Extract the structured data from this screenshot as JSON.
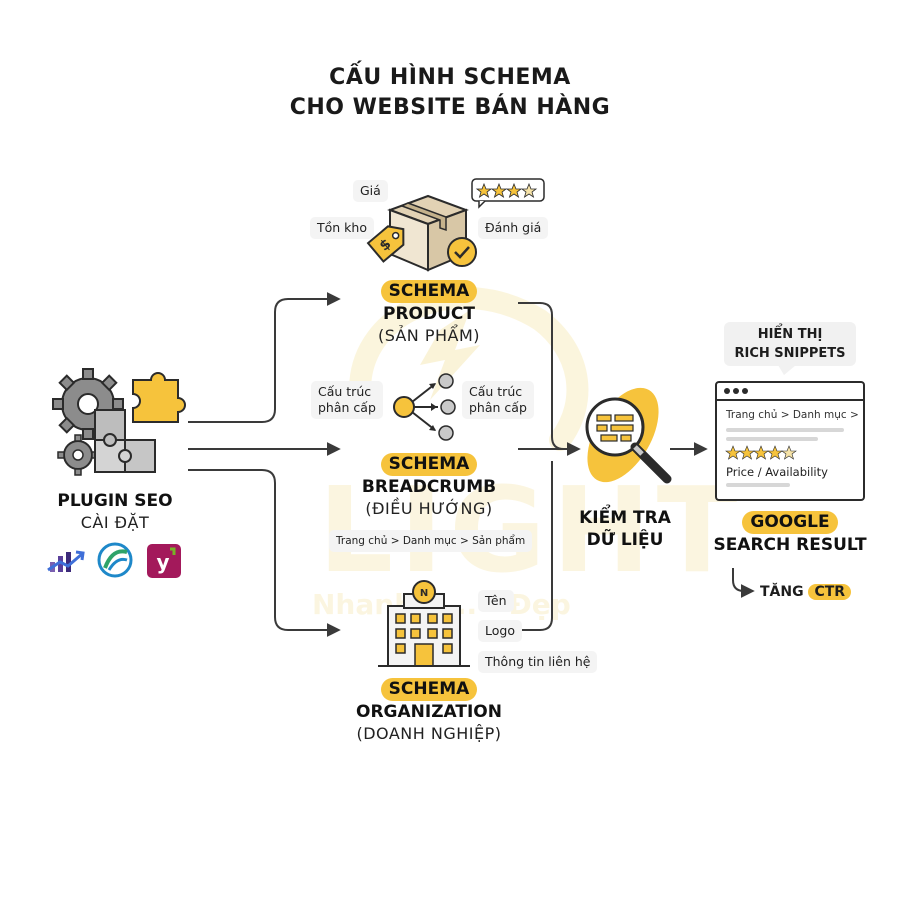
{
  "title": {
    "line1": "CẤU HÌNH SCHEMA",
    "line2": "CHO WEBSITE BÁN HÀNG"
  },
  "watermark": {
    "brand": "LIGHT",
    "slogan": "Nhanh - ... - Đẹp"
  },
  "plugin": {
    "label_line1": "PLUGIN SEO",
    "label_line2": "CÀI ĐẶT",
    "icons": [
      "chart-plugin-icon",
      "rank-plugin-icon",
      "yoast-icon"
    ]
  },
  "product": {
    "tags": {
      "price": "Giá",
      "stock": "Tồn kho",
      "rating": "Đánh giá"
    },
    "badge": "SCHEMA",
    "name": "PRODUCT",
    "sub": "(SẢN PHẨM)"
  },
  "breadcrumb": {
    "tag_left_line1": "Cấu trúc",
    "tag_left_line2": "phân cấp",
    "tag_right_line1": "Cấu trúc",
    "tag_right_line2": "phân cấp",
    "badge": "SCHEMA",
    "name": "BREADCRUMB",
    "sub": "(ĐIỀU HƯỚNG)",
    "path": "Trang chủ > Danh mục > Sản phẩm"
  },
  "organization": {
    "tags": {
      "name": "Tên",
      "logo": "Logo",
      "contact": "Thông tin liên hệ"
    },
    "badge": "SCHEMA",
    "name": "ORGANIZATION",
    "sub": "(DOANH NGHIỆP)"
  },
  "check": {
    "line1": "KIỂM TRA",
    "line2": "DỮ LIỆU"
  },
  "result": {
    "bubble_line1": "HIỂN THỊ",
    "bubble_line2": "RICH SNIPPETS",
    "breadcrumb": "Trang chủ > Danh mục >",
    "rating_stars": 4.5,
    "meta": "Price / Availability",
    "badge": "GOOGLE",
    "label": "SEARCH RESULT",
    "ctr_prefix": "TĂNG",
    "ctr_highlight": "CTR"
  },
  "colors": {
    "accent": "#f6c33c",
    "dark": "#2b2b2b",
    "gray": "#9a9a9a",
    "tag_bg": "#f4f4f4"
  }
}
